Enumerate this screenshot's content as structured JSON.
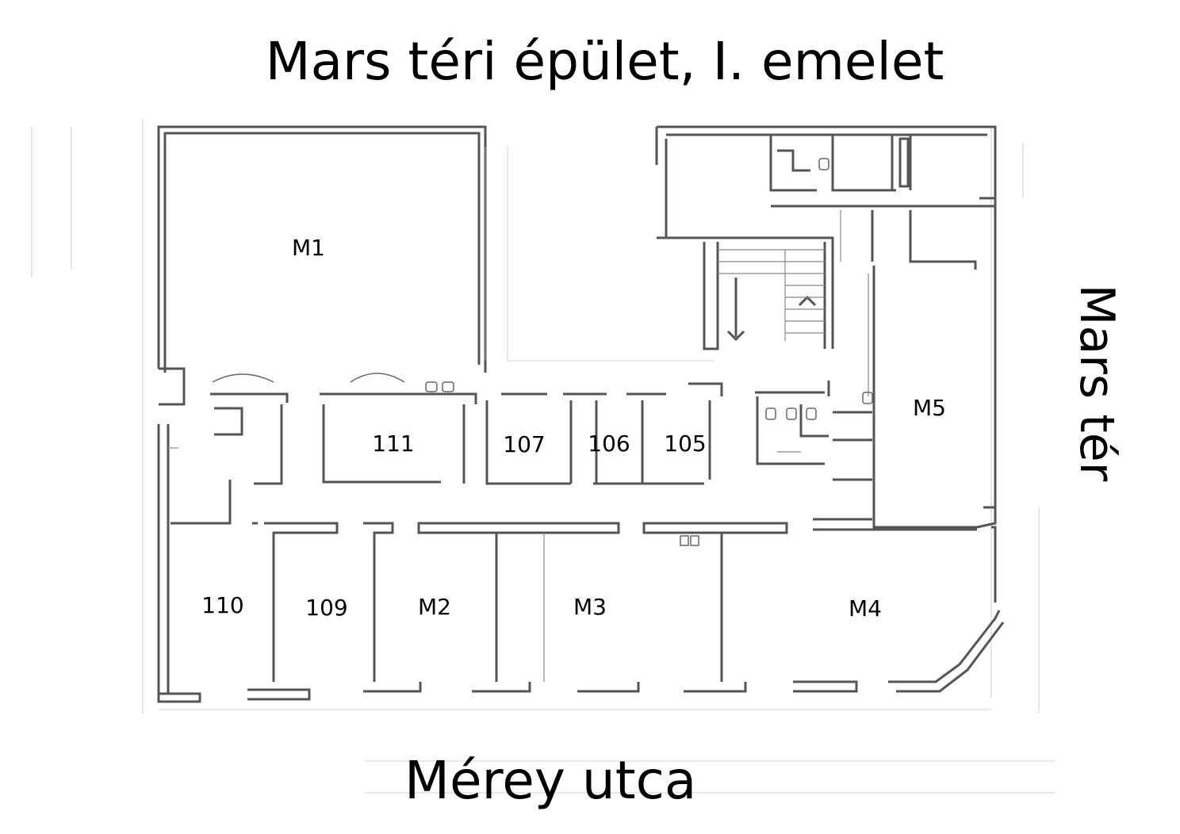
{
  "title": "Mars téri épület, I. emelet",
  "streets": {
    "bottom": "Mérey utca",
    "right": "Mars tér"
  },
  "rooms": [
    {
      "id": "M1",
      "label": "M1"
    },
    {
      "id": "111",
      "label": "111"
    },
    {
      "id": "107",
      "label": "107"
    },
    {
      "id": "106",
      "label": "106"
    },
    {
      "id": "105",
      "label": "105"
    },
    {
      "id": "M5",
      "label": "M5"
    },
    {
      "id": "110",
      "label": "110"
    },
    {
      "id": "109",
      "label": "109"
    },
    {
      "id": "M2",
      "label": "M2"
    },
    {
      "id": "M3",
      "label": "M3"
    },
    {
      "id": "M4",
      "label": "M4"
    }
  ],
  "colors": {
    "background": "#ffffff",
    "wall": "#555555",
    "faint": "#c8c8c8",
    "text": "#000000"
  }
}
